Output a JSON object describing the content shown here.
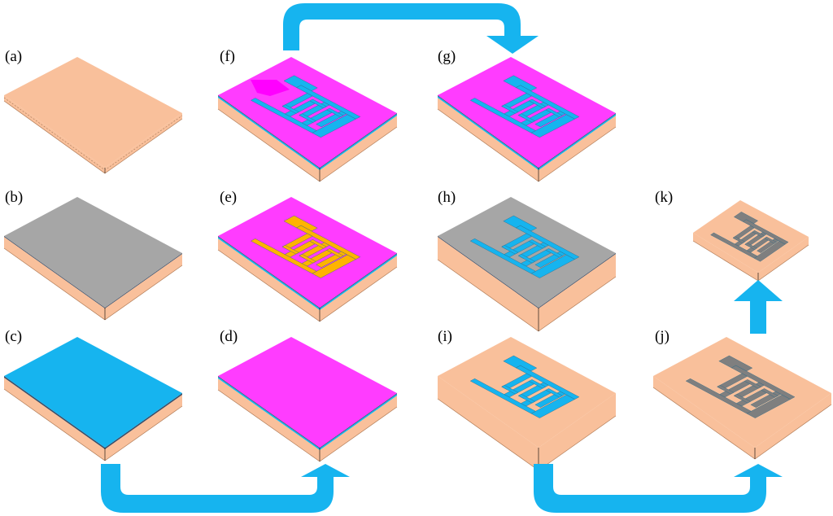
{
  "colors": {
    "substrate": "#f9c09b",
    "gray": "#a6a6a6",
    "cyan": "#16b4ef",
    "magenta": "#ff3cff",
    "gold": "#ffb300",
    "dark_gray": "#7f7f7f",
    "arrow": "#16b4ef",
    "outline": "#333333"
  },
  "panels": [
    {
      "label": "(a)",
      "icon": "bare-substrate-icon"
    },
    {
      "label": "(b)",
      "icon": "gray-layer-icon"
    },
    {
      "label": "(c)",
      "icon": "cyan-layer-icon"
    },
    {
      "label": "(d)",
      "icon": "magenta-layer-icon"
    },
    {
      "label": "(e)",
      "icon": "patterned-resist-icon"
    },
    {
      "label": "(f)",
      "icon": "etched-resist-icon"
    },
    {
      "label": "(g)",
      "icon": "cyan-pattern-in-magenta-icon"
    },
    {
      "label": "(h)",
      "icon": "cyan-pattern-on-gray-icon"
    },
    {
      "label": "(i)",
      "icon": "cyan-pattern-on-substrate-icon"
    },
    {
      "label": "(j)",
      "icon": "dark-pattern-on-substrate-icon"
    },
    {
      "label": "(k)",
      "icon": "released-electrode-icon"
    }
  ]
}
